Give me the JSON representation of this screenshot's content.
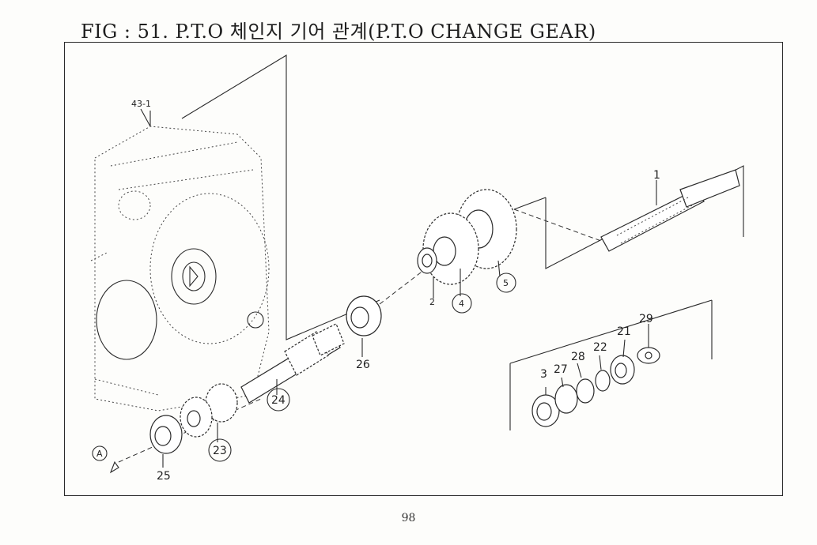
{
  "title": "FIG : 51. P.T.O 체인지 기어 관계(P.T.O CHANGE GEAR)",
  "page_number": "98",
  "parts": {
    "p43_1": "43-1",
    "p1": "1",
    "p2": "2",
    "p4": "4",
    "p5": "5",
    "p26": "26",
    "p24": "24",
    "p23": "23",
    "p25": "25",
    "p3": "3",
    "p27": "27",
    "p28": "28",
    "p22": "22",
    "p21": "21",
    "p29": "29",
    "ref_a": "A"
  }
}
